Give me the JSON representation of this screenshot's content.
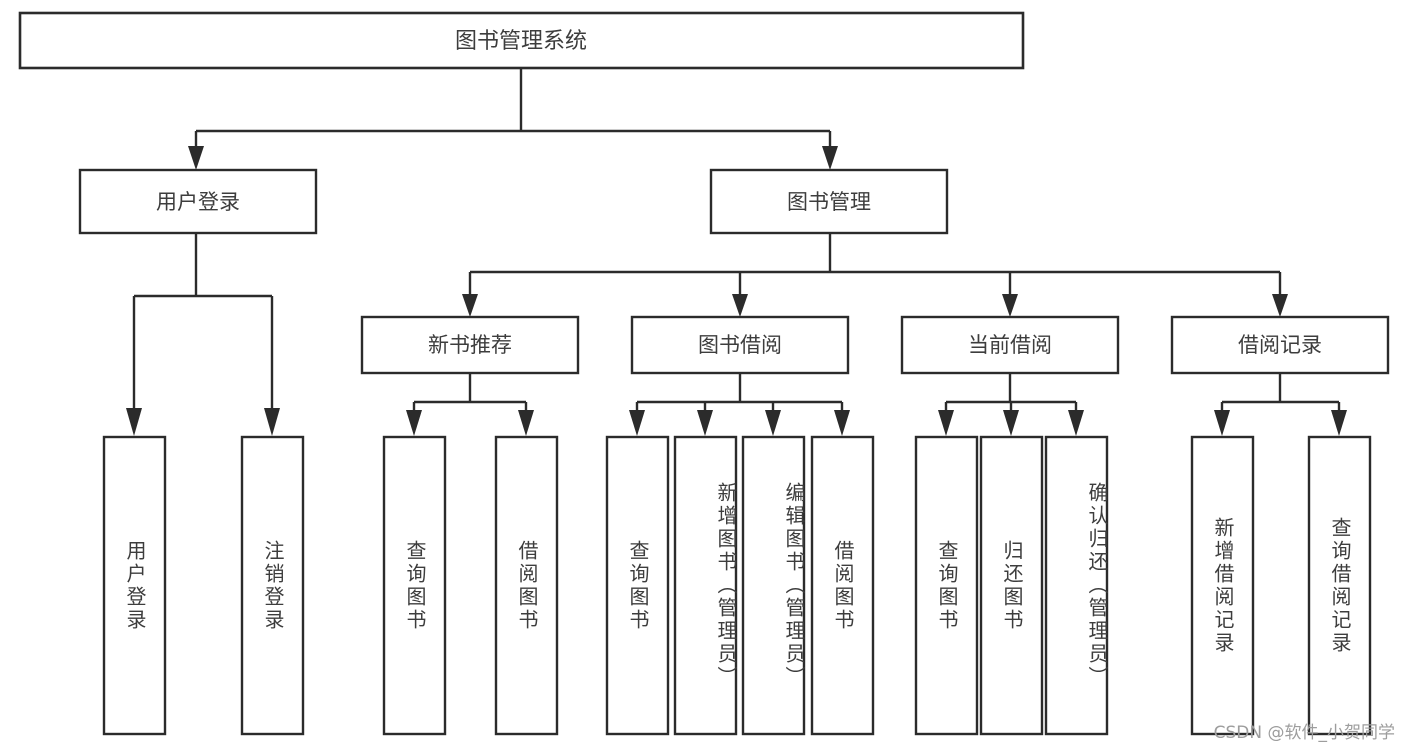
{
  "diagram": {
    "type": "tree",
    "title": "图书管理系统",
    "watermark": "CSDN @软件_小贺同学",
    "colors": {
      "background": "#ffffff",
      "stroke": "#2b2b2b",
      "text": "#3d3d3d",
      "watermark": "#9d9d9d"
    },
    "nodes": {
      "root": {
        "label": "图书管理系统"
      },
      "level1": [
        {
          "label": "用户登录"
        },
        {
          "label": "图书管理"
        }
      ],
      "level2": [
        {
          "label": "新书推荐"
        },
        {
          "label": "图书借阅"
        },
        {
          "label": "当前借阅"
        },
        {
          "label": "借阅记录"
        }
      ],
      "leaves_user_login": [
        {
          "label": "用户登录"
        },
        {
          "label": "注销登录"
        }
      ],
      "leaves_new_book": [
        {
          "label": "查询图书"
        },
        {
          "label": "借阅图书"
        }
      ],
      "leaves_borrow": [
        {
          "label": "查询图书"
        },
        {
          "label": "新增图书（管理员）"
        },
        {
          "label": "编辑图书（管理员）"
        },
        {
          "label": "借阅图书"
        }
      ],
      "leaves_current": [
        {
          "label": "查询图书"
        },
        {
          "label": "归还图书"
        },
        {
          "label": "确认归还（管理员）"
        }
      ],
      "leaves_records": [
        {
          "label": "新增借阅记录"
        },
        {
          "label": "查询借阅记录"
        }
      ]
    }
  }
}
